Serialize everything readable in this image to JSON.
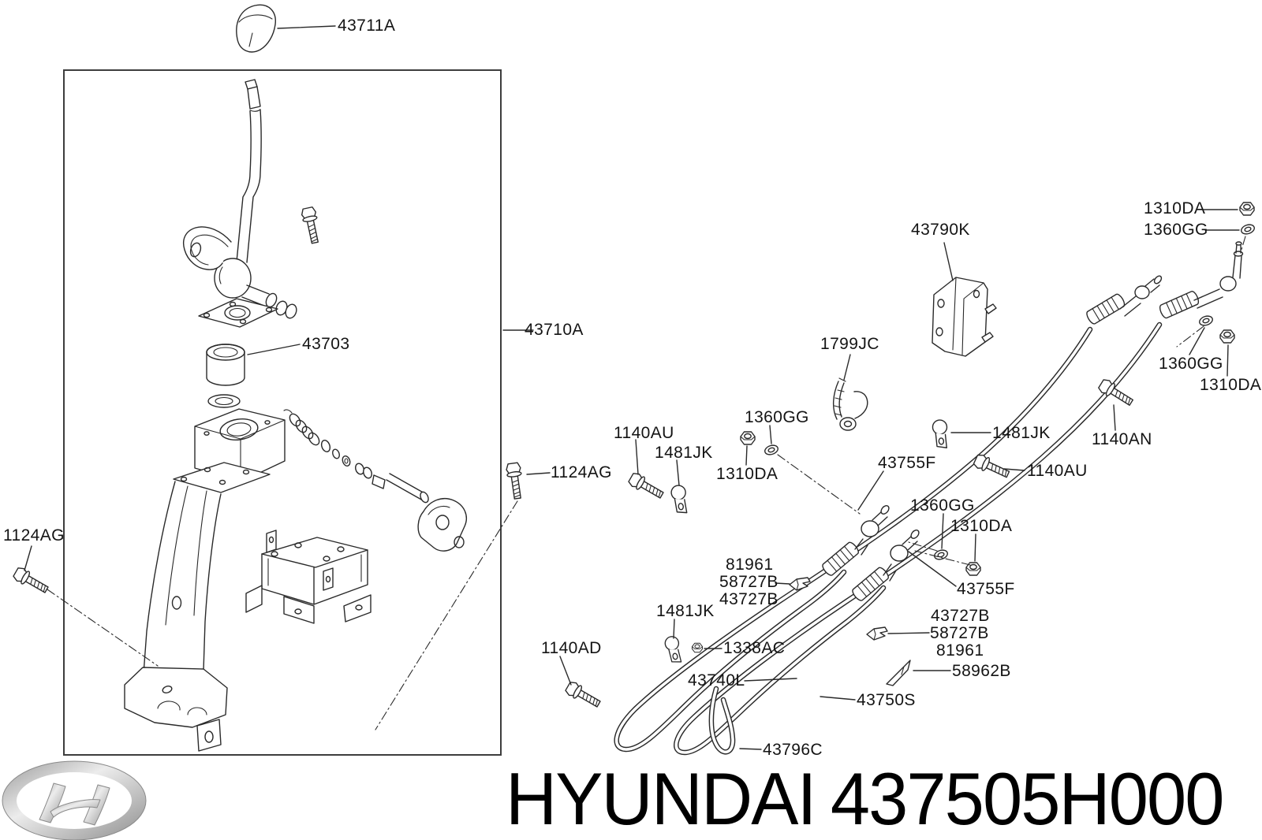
{
  "footer": {
    "brand": "HYUNDAI",
    "part_number": "437505H000"
  },
  "colors": {
    "ink": "#2a2a2a",
    "background": "#ffffff",
    "logo_silver": "#b0b0b0"
  },
  "parts": {
    "shift_knob": "43711A",
    "lever_assembly": "43710A",
    "bushing": "43703",
    "bolt_mount_right": "1124AG",
    "bolt_mount_left": "1124AG",
    "nut_top": "1310DA",
    "washer_top": "1360GG",
    "mounting_bracket": "43790K",
    "cable_tie": "1799JC",
    "washer_upper_mid": "1360GG",
    "bolt_upper_mid": "1140AU",
    "clamp_upper": "1481JK",
    "nut_upper_mid": "1310DA",
    "ball_joint_upper": "43755F",
    "clamp_mid": "1481JK",
    "bolt_an": "1140AN",
    "bolt_right": "1140AU",
    "washer_right": "1360GG",
    "nut_right": "1310DA",
    "washer_mid": "1360GG",
    "nut_mid": "1310DA",
    "retainer_center_a": "81961",
    "retainer_center_b": "58727B",
    "retainer_center_c": "43727B",
    "ball_joint_lower": "43755F",
    "clamp_lower": "1481JK",
    "nut_small": "1338AC",
    "retainer_right_a": "43727B",
    "retainer_right_b": "58727B",
    "retainer_right_c": "81961",
    "retainer_flag": "58962B",
    "bolt_ad": "1140AD",
    "select_cable": "43740L",
    "shift_cable": "43750S",
    "cable_grommet": "43796C"
  }
}
